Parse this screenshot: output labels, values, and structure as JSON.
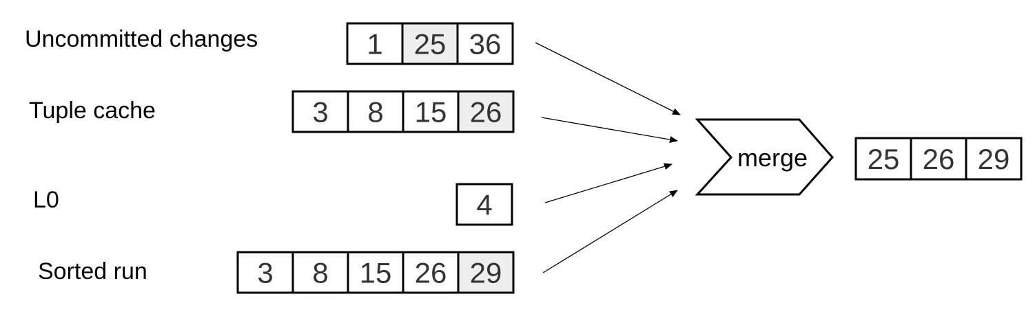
{
  "rows": [
    {
      "id": "uncommitted-changes",
      "label": "Uncommitted changes",
      "cells": [
        {
          "value": "1"
        },
        {
          "value": "25",
          "highlight": true
        },
        {
          "value": "36"
        }
      ]
    },
    {
      "id": "tuple-cache",
      "label": "Tuple cache",
      "cells": [
        {
          "value": "3"
        },
        {
          "value": "8"
        },
        {
          "value": "15"
        },
        {
          "value": "26",
          "highlight": true
        }
      ]
    },
    {
      "id": "l0",
      "label": "L0",
      "cells": [
        {
          "value": "4"
        }
      ]
    },
    {
      "id": "sorted-run",
      "label": "Sorted run",
      "cells": [
        {
          "value": "3"
        },
        {
          "value": "8"
        },
        {
          "value": "15"
        },
        {
          "value": "26"
        },
        {
          "value": "29",
          "highlight": true
        }
      ]
    }
  ],
  "merge": {
    "label": "merge"
  },
  "output": {
    "cells": [
      {
        "value": "25"
      },
      {
        "value": "26"
      },
      {
        "value": "29"
      }
    ]
  },
  "colors": {
    "highlight_fill": "#eeeeee",
    "cell_fill": "#ffffff",
    "stroke": "#000000",
    "text": "#333333"
  }
}
